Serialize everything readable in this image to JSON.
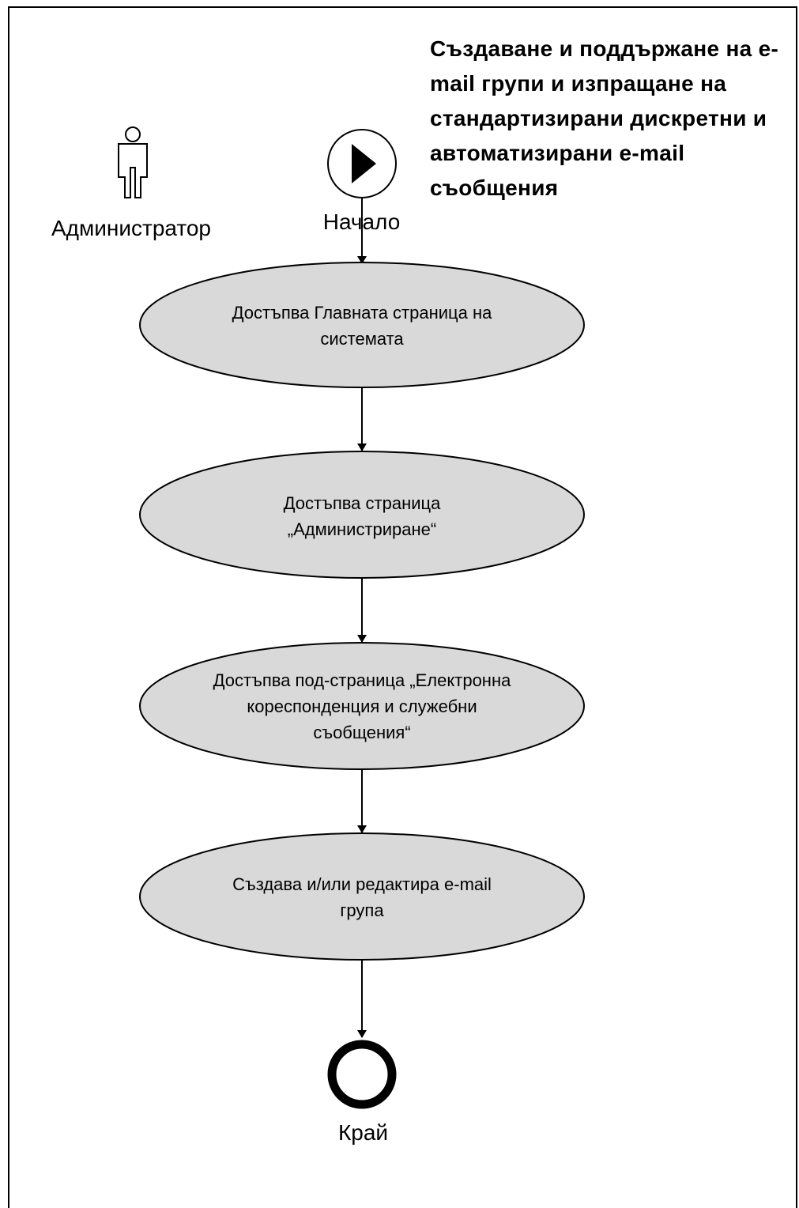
{
  "title": "Създаване и поддържане на e-mail групи и изпращане на стандартизирани дискретни и автоматизирани e-mail съобщения",
  "actor": {
    "label": "Администратор",
    "icon": "person-icon"
  },
  "start": {
    "label": "Начало",
    "icon": "play-icon"
  },
  "end": {
    "label": "Край",
    "icon": "end-circle-icon"
  },
  "steps": [
    {
      "line1": "Достъпва Главната страница на",
      "line2": "системата",
      "line3": ""
    },
    {
      "line1": "Достъпва страница",
      "line2": "„Администриране“",
      "line3": ""
    },
    {
      "line1": "Достъпва под-страница „Електронна",
      "line2": "кореспонденция и служебни",
      "line3": "съобщения“"
    },
    {
      "line1": "Създава и/или редактира e-mail",
      "line2": "група",
      "line3": ""
    }
  ],
  "colors": {
    "node_fill": "#d9d9d9",
    "stroke": "#000000",
    "background": "#ffffff"
  }
}
